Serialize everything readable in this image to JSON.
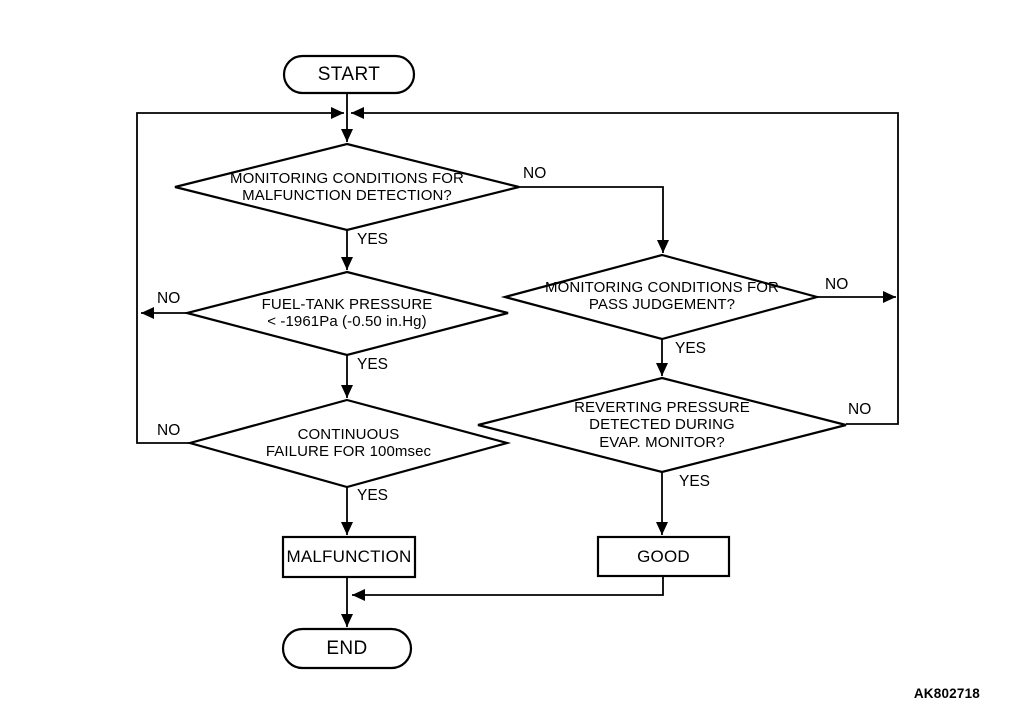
{
  "flowchart": {
    "figure_code": "AK802718",
    "nodes": {
      "start": "START",
      "monitoring_malfunction": "MONITORING CONDITIONS FOR\nMALFUNCTION DETECTION?",
      "fuel_tank_pressure": "FUEL-TANK PRESSURE\n< -1961Pa (-0.50 in.Hg)",
      "continuous_failure": "CONTINUOUS\nFAILURE FOR 100msec",
      "monitoring_pass": "MONITORING CONDITIONS FOR\nPASS JUDGEMENT?",
      "reverting_pressure": "REVERTING PRESSURE\nDETECTED DURING\nEVAP. MONITOR?",
      "malfunction": "MALFUNCTION",
      "good": "GOOD",
      "end": "END"
    },
    "edges": {
      "monitoring_malfunction_yes": "YES",
      "monitoring_malfunction_no": "NO",
      "fuel_tank_no": "NO",
      "fuel_tank_yes": "YES",
      "continuous_no": "NO",
      "continuous_yes": "YES",
      "pass_no": "NO",
      "pass_yes": "YES",
      "reverting_no": "NO",
      "reverting_yes": "YES"
    },
    "colors": {
      "line": "#000000",
      "background": "#ffffff",
      "text": "#000000"
    }
  }
}
